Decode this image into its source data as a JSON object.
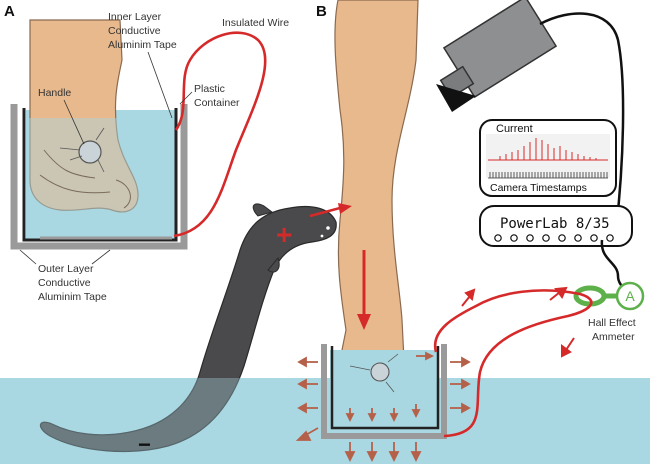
{
  "panels": {
    "a": "A",
    "b": "B"
  },
  "labels": {
    "inner_layer": [
      "Inner Layer",
      "Conductive",
      "Aluminim Tape"
    ],
    "insulated_wire": "Insulated Wire",
    "plastic_container": [
      "Plastic",
      "Container"
    ],
    "handle": "Handle",
    "outer_layer": [
      "Outer Layer",
      "Conductive",
      "Aluminim Tape"
    ],
    "current": "Current",
    "camera_timestamps": "Camera Timestamps",
    "powerlab": "PowerLab 8/35",
    "ammeter_symbol": "A",
    "hall_effect": [
      "Hall Effect",
      "Ammeter"
    ],
    "plus": "+",
    "minus": "−"
  },
  "colors": {
    "skin": "#E8B98C",
    "water": "#A9D8E2",
    "eel": "#4A4A4C",
    "wire_red": "#D62A2A",
    "field_arrow": "#B5614A",
    "hall_green": "#5DB04A",
    "tape_gray": "#9A9A9A"
  }
}
